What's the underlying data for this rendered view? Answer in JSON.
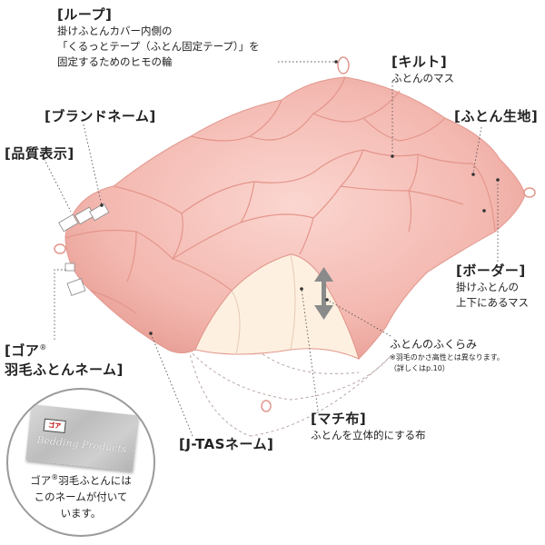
{
  "labels": {
    "loop": {
      "title": "[ループ]",
      "lines": [
        "掛けふとんカバー内側の",
        "「くるっとテープ（ふとん固定テープ）」を",
        "固定するためのヒモの輪"
      ]
    },
    "brand_name": {
      "title": "[ブランドネーム]"
    },
    "quality": {
      "title": "[品質表示]"
    },
    "quilt": {
      "title": "[キルト]",
      "lines": [
        "ふとんのマス"
      ]
    },
    "fabric": {
      "title": "[ふとん生地]"
    },
    "border": {
      "title": "[ボーダー]",
      "lines": [
        "掛けふとんの",
        "上下にあるマス"
      ]
    },
    "gore": {
      "title_line1": "[ゴア",
      "reg": "®",
      "title_line2": "羽毛ふとんネーム]"
    },
    "loft": {
      "title": "ふとんのふくらみ",
      "notes": [
        "※羽毛のかさ高性とは異なります。",
        "（詳しくはp.10）"
      ]
    },
    "gusset": {
      "title": "[マチ布]",
      "lines": [
        "ふとんを立体的にする布"
      ]
    },
    "jtas": {
      "title": "[J-TASネーム]"
    }
  },
  "inset": {
    "tag_logo": "ゴア",
    "tag_text": "Bedding Products",
    "caption_line1_a": "ゴア",
    "caption_reg": "®",
    "caption_line1_b": "羽毛ふとんには",
    "caption_line2": "このネームが付いて",
    "caption_line3": "います。"
  },
  "colors": {
    "futon_pink": "#f3b8b0",
    "futon_shadow": "#e79c93",
    "gusset_cream": "#fdf0e0",
    "arrow_gray": "#8a8a8a"
  }
}
